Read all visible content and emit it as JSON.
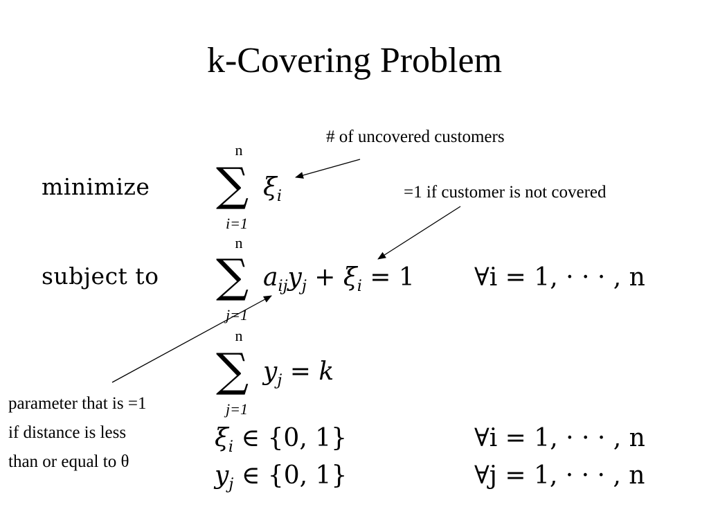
{
  "slide": {
    "title": "k-Covering Problem"
  },
  "annotations": {
    "uncovered_count": "# of  uncovered customers",
    "xi_meaning": "=1 if customer is not covered",
    "param_line1": "parameter that is =1",
    "param_line2": "if distance is less",
    "param_line3": "than or equal to θ"
  },
  "formulation": {
    "objective_label": "minimize",
    "constraint_label": "subject to",
    "sum_symbol": "∑",
    "n": "n",
    "lower_i": "i=1",
    "lower_j": "j=1",
    "xi": "ξ",
    "a": "a",
    "y": "y",
    "k": "k",
    "sub_i": "i",
    "sub_ij": "ij",
    "sub_j": "j",
    "plus": "+",
    "eq_one": "= 1",
    "eq": "=",
    "forall_i_range": "∀i = 1, · · · , n",
    "forall_j_range": "∀j = 1, · · · , n",
    "in_binary": "∈ {0, 1}"
  }
}
